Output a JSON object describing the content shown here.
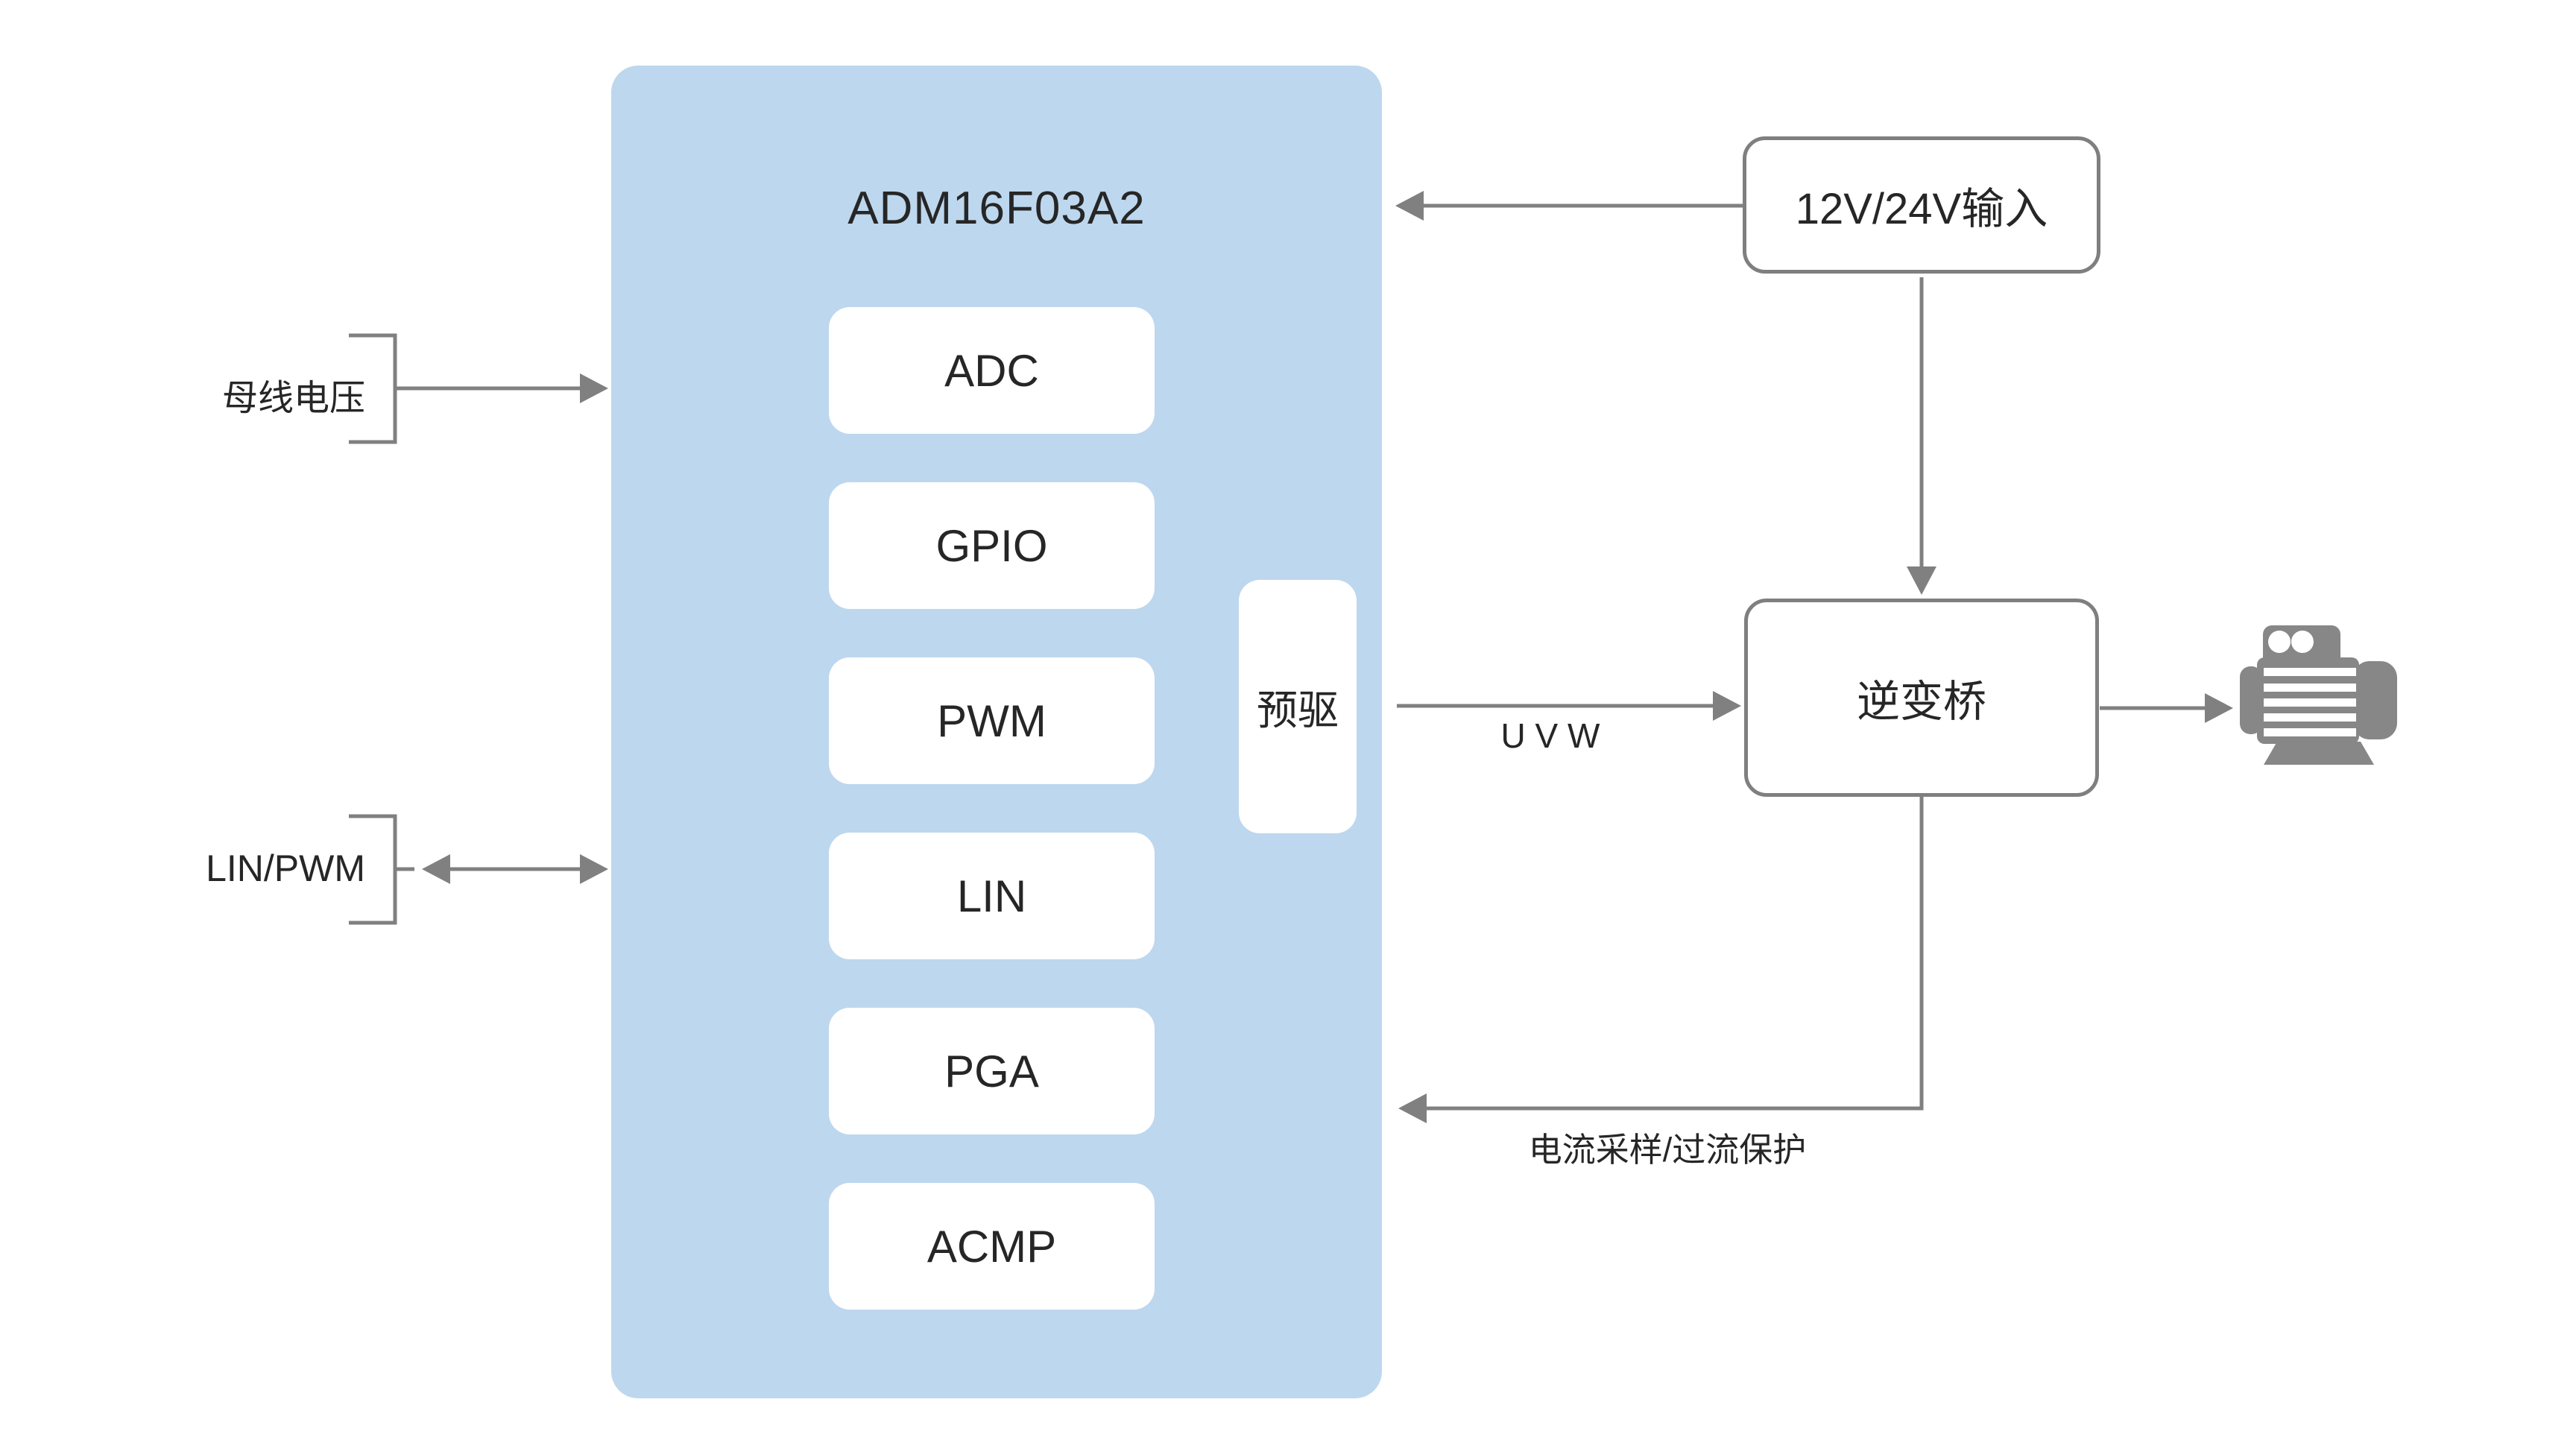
{
  "diagram": {
    "chip": {
      "title": "ADM16F03A2",
      "blocks": [
        {
          "label": "ADC"
        },
        {
          "label": "GPIO"
        },
        {
          "label": "PWM"
        },
        {
          "label": "LIN"
        },
        {
          "label": "PGA"
        },
        {
          "label": "ACMP"
        }
      ],
      "predriver_label": "预驱"
    },
    "nodes": {
      "power_input": {
        "label": "12V/24V输入"
      },
      "inverter": {
        "label": "逆变桥"
      }
    },
    "labels": {
      "bus_voltage": "母线电压",
      "lin_pwm": "LIN/PWM",
      "uvw": "U V W",
      "current_sense": "电流采样/过流保护"
    },
    "icons": {
      "motor": "motor-icon"
    },
    "colors": {
      "chip_fill": "#BDD7EE",
      "block_fill": "#FFFFFF",
      "line": "#808080",
      "border": "#7F7F7F",
      "text": "#262626",
      "motor": "#878787"
    }
  }
}
